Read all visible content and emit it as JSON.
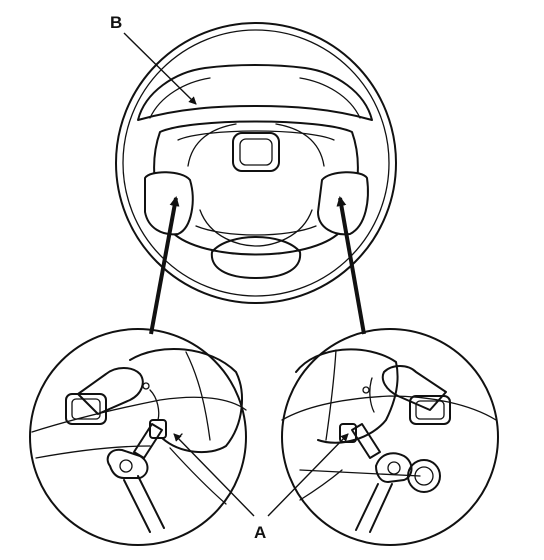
{
  "figure": {
    "callouts": {
      "b": "B",
      "a": "A"
    },
    "callout_targets": {
      "b": "steering-wheel-rim-airbag-module",
      "a": "cover-screws-left-and-right"
    }
  }
}
